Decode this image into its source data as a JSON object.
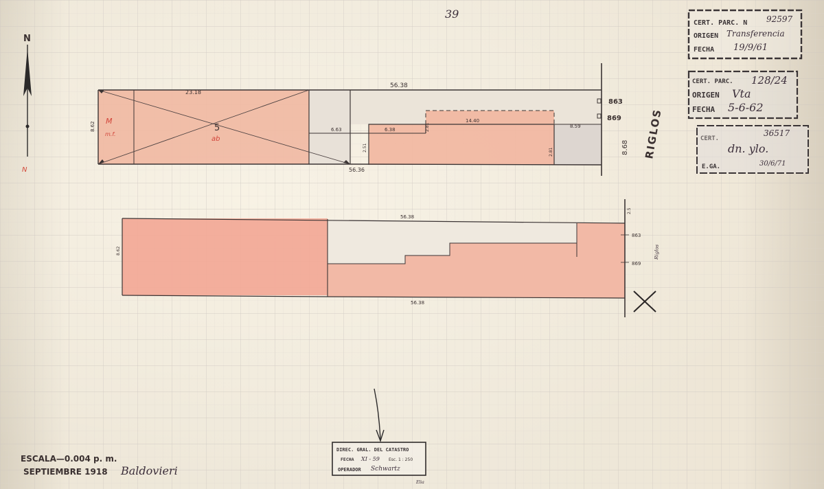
{
  "sheet": {
    "page_number": "39",
    "north_label": "N",
    "north_label_red": "N",
    "street_name": "RIGLOS",
    "cross_mark": "X"
  },
  "plan_top": {
    "dim_left_width": "23.18",
    "dim_total_top": "56.38",
    "dim_total_bottom": "56.36",
    "dim_side": "8.62",
    "dim_step_a": "6.63",
    "dim_step_b": "6.38",
    "dim_step_c": "14.40",
    "dim_right_seg": "8.59",
    "lot_number": "5",
    "lot_sub": "ab",
    "lot_left_code": "M",
    "lot_left_sub": "m.f.",
    "door_numbers": [
      "863",
      "869"
    ],
    "dim_vert_small_1": "2.51",
    "dim_vert_small_2": "2.81",
    "dim_vert_right": "2.81",
    "street_dim": "8.68"
  },
  "plan_bottom": {
    "dim_top": "56.38",
    "dim_bottom": "56.38",
    "dim_side": "8.62",
    "door_numbers": [
      "863",
      "869"
    ],
    "street_label": "Riglos",
    "dim_small": "2.5"
  },
  "stamps": {
    "stamp1": {
      "line1": "CERT. PARC. N",
      "number": "92597",
      "line2": "ORIGEN",
      "value2": "Transferencia",
      "line3": "FECHA",
      "value3": "19/9/61"
    },
    "stamp2": {
      "line1": "CERT. PARC.",
      "number": "128/24",
      "line2": "ORIGEN",
      "value2": "Vta",
      "line3": "FECHA",
      "value3": "5-6-62"
    },
    "stamp3": {
      "line1": "CERT.",
      "number": "36517",
      "value2": "dn. ylo.",
      "line3": "E.GA.",
      "value3": "30/6/71"
    },
    "stamp4": {
      "line1": "DIREC. GRAL. DEL CATASTRO",
      "line2": "FECHA",
      "value2": "XI - 59",
      "value2b": "Esc. 1 : 250",
      "line3": "OPERADOR",
      "value3": "Schwartz"
    }
  },
  "footer": {
    "scale": "ESCALA—0.004 p. m.",
    "date": "SEPTIEMBRE 1918",
    "signature": "Baldovieri",
    "tiny_note": "Elia"
  }
}
